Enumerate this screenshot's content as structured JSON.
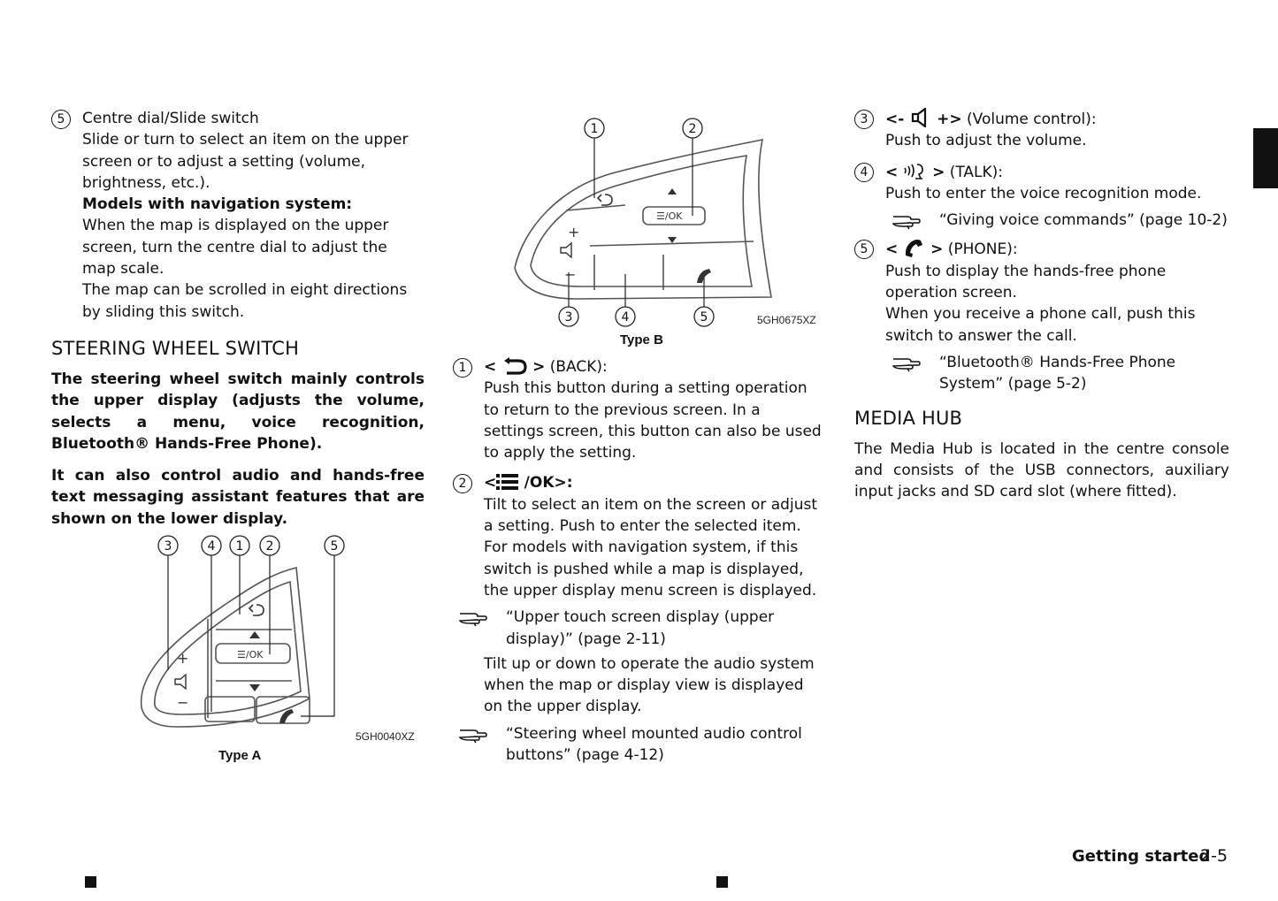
{
  "col1": {
    "item5_num": "5",
    "item5_title": "Centre dial/Slide switch",
    "item5_desc": "Slide or turn to select an item on the upper screen or to adjust a setting (volume, brightness, etc.).",
    "nav_heading": "Models with navigation system:",
    "nav_text1": "When the map is displayed on the upper screen, turn the centre dial to adjust the map scale.",
    "nav_text2": "The map can be scrolled in eight directions by sliding this switch.",
    "section_title": "STEERING WHEEL SWITCH",
    "intro1": "The steering wheel switch mainly controls the upper display (adjusts the volume, selects a menu, voice recognition, Bluetooth® Hands-Free Phone).",
    "intro2": "It can also control audio and hands-free text messaging assistant features that are shown on the lower display."
  },
  "figureA": {
    "code": "5GH0040XZ",
    "caption": "Type A",
    "callouts": [
      "3",
      "4",
      "1",
      "2",
      "5"
    ],
    "ok_label": "☰/OK"
  },
  "figureB": {
    "code": "5GH0675XZ",
    "caption": "Type B",
    "callouts": [
      "1",
      "2",
      "3",
      "4",
      "5"
    ],
    "ok_label": "☰/OK"
  },
  "col2": {
    "item1_num": "1",
    "item1_label": "(BACK):",
    "item1_desc": "Push this button during a setting operation to return to the previous screen. In a settings screen, this button can also be used to apply the setting.",
    "item2_num": "2",
    "item2_label": "/OK>:",
    "item2_desc1": "Tilt to select an item on the screen or adjust a setting. Push to enter the selected item.",
    "item2_desc2": "For models with navigation system, if this switch is pushed while a map is displayed, the upper display menu screen is displayed.",
    "ref1": "“Upper touch screen display (upper display)” (page 2-11)",
    "item2_desc3": "Tilt up or down to operate the audio system when the map or display view is displayed on the upper display.",
    "ref2": "“Steering wheel mounted audio control buttons” (page 4-12)"
  },
  "col3": {
    "item3_num": "3",
    "item3_label": "(Volume control):",
    "item3_desc": "Push to adjust the volume.",
    "item4_num": "4",
    "item4_label": "(TALK):",
    "item4_desc": "Push to enter the voice recognition mode.",
    "ref3": "“Giving voice commands” (page 10-2)",
    "item5_num": "5",
    "item5_label": "(PHONE):",
    "item5_desc1": "Push to display the hands-free phone operation screen.",
    "item5_desc2": "When you receive a phone call, push this switch to answer the call.",
    "ref4": "“Bluetooth® Hands-Free Phone System” (page 5-2)",
    "section_title": "MEDIA HUB",
    "media_text": "The Media Hub is located in the centre console and consists of the USB connectors, auxiliary input jacks and SD card slot (where fitted)."
  },
  "footer": {
    "section": "Getting started",
    "page": "2-5"
  },
  "icons": {
    "reference": "pointing-hand-icon",
    "back": "back-arrow-icon",
    "menu": "menu-list-icon",
    "volume": "speaker-icon",
    "talk": "voice-talk-icon",
    "phone": "phone-handset-icon"
  }
}
